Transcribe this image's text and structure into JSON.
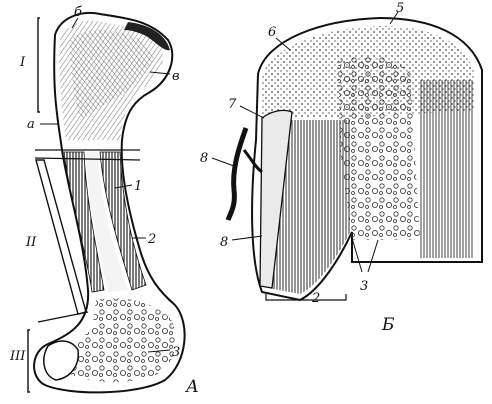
{
  "figure_a": {
    "caption": "А",
    "region_labels": [
      "I",
      "II",
      "III"
    ],
    "labels": {
      "b": "б",
      "v": "в",
      "a": "а",
      "n1": "1",
      "n2": "2",
      "n3": "3"
    }
  },
  "figure_b": {
    "caption": "Б",
    "labels": {
      "n5": "5",
      "n6": "6",
      "n7": "7",
      "n8a": "8",
      "n8b": "8",
      "n2": "2",
      "n3": "3"
    }
  },
  "colors": {
    "ink": "#111111",
    "paper": "#ffffff",
    "shade": "#2a2a2a"
  }
}
